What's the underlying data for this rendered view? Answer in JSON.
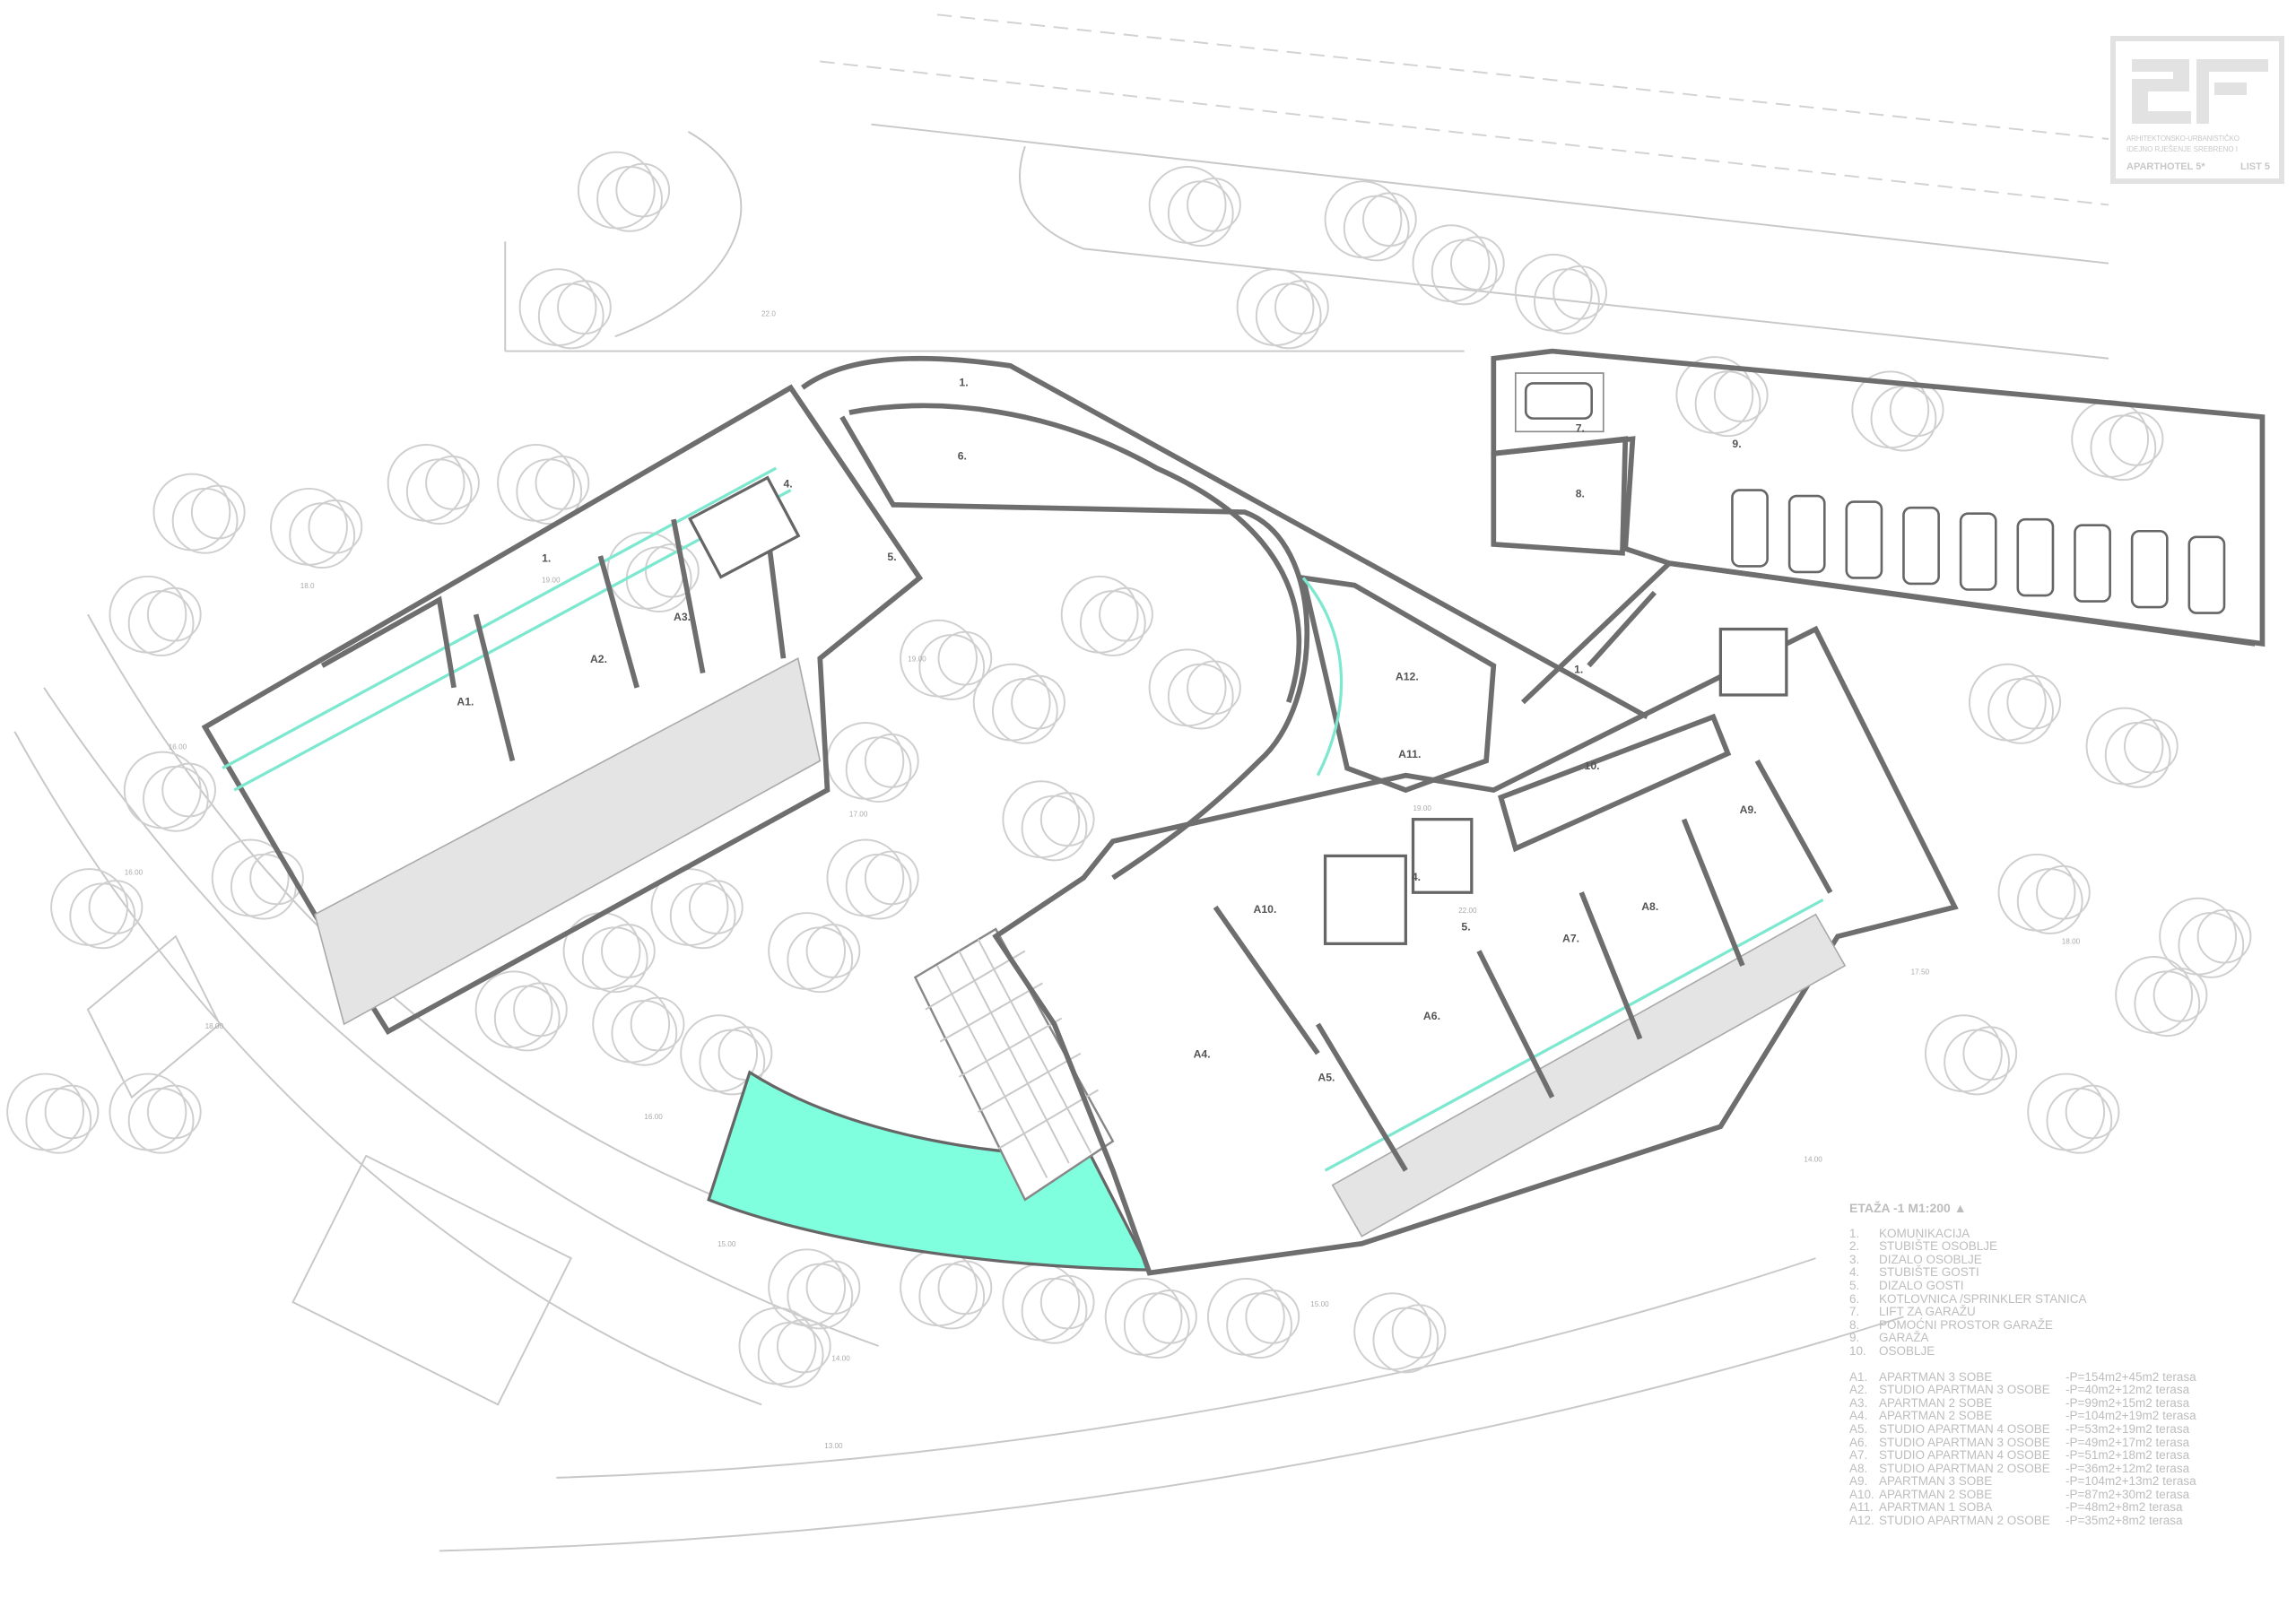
{
  "title_block": {
    "logo_text": "2F",
    "line1": "ARHITEKTONSKO-URBANISTIČKO",
    "line2": "IDEJNO RJEŠENJE  SREBRENO I",
    "project": "APARTHOTEL 5*",
    "sheet": "LIST 5"
  },
  "legend": {
    "title": "ETAŽA -1    M1:200  ▲",
    "rooms": [
      {
        "n": "1.",
        "label": "KOMUNIKACIJA"
      },
      {
        "n": "2.",
        "label": "STUBIŠTE OSOBLJE"
      },
      {
        "n": "3.",
        "label": "DIZALO OSOBLJE"
      },
      {
        "n": "4.",
        "label": "STUBIŠTE GOSTI"
      },
      {
        "n": "5.",
        "label": "DIZALO GOSTI"
      },
      {
        "n": "6.",
        "label": "KOTLOVNICA /SPRINKLER STANICA"
      },
      {
        "n": "7.",
        "label": "LIFT ZA GARAŽU"
      },
      {
        "n": "8.",
        "label": "POMOĆNI PROSTOR GARAŽE"
      },
      {
        "n": "9.",
        "label": "GARAŽA"
      },
      {
        "n": "10.",
        "label": "OSOBLJE"
      }
    ],
    "apartments": [
      {
        "n": "A1.",
        "label": "APARTMAN 3 SOBE",
        "area": "-P=154m2+45m2 terasa"
      },
      {
        "n": "A2.",
        "label": "STUDIO APARTMAN 3 OSOBE",
        "area": "-P=40m2+12m2 terasa"
      },
      {
        "n": "A3.",
        "label": "APARTMAN 2 SOBE",
        "area": "-P=99m2+15m2 terasa"
      },
      {
        "n": "A4.",
        "label": "APARTMAN 2 SOBE",
        "area": "-P=104m2+19m2 terasa"
      },
      {
        "n": "A5.",
        "label": "STUDIO APARTMAN 4 OSOBE",
        "area": "-P=53m2+19m2 terasa"
      },
      {
        "n": "A6.",
        "label": "STUDIO APARTMAN 3 OSOBE",
        "area": "-P=49m2+17m2 terasa"
      },
      {
        "n": "A7.",
        "label": "STUDIO APARTMAN 4 OSOBE",
        "area": "-P=51m2+18m2 terasa"
      },
      {
        "n": "A8.",
        "label": "STUDIO APARTMAN 2 OSOBE",
        "area": "-P=36m2+12m2 terasa"
      },
      {
        "n": "A9.",
        "label": "APARTMAN 3 SOBE",
        "area": "-P=104m2+13m2 terasa"
      },
      {
        "n": "A10.",
        "label": "APARTMAN 2 SOBE",
        "area": "-P=87m2+30m2 terasa"
      },
      {
        "n": "A11.",
        "label": "APARTMAN 1 SOBA",
        "area": "-P=48m2+8m2 terasa"
      },
      {
        "n": "A12.",
        "label": "STUDIO APARTMAN 2 OSOBE",
        "area": "-P=35m2+8m2 terasa"
      }
    ]
  },
  "plan_labels": {
    "r1a": "1.",
    "r1b": "1.",
    "r1c": "1.",
    "r6": "6.",
    "r4a": "4.",
    "r5a": "5.",
    "r4b": "4.",
    "r5b": "5.",
    "r7": "7.",
    "r8": "8.",
    "r9": "9.",
    "r10": "10.",
    "a1": "A1.",
    "a2": "A2.",
    "a3": "A3.",
    "a4": "A4.",
    "a5": "A5.",
    "a6": "A6.",
    "a7": "A7.",
    "a8": "A8.",
    "a9": "A9.",
    "a10": "A10.",
    "a11": "A11.",
    "a12": "A12.",
    "lvl_a": "19.00",
    "lvl_b": "19.00",
    "lvl_c": "22.00"
  },
  "elevations": [
    "22.0",
    "18.0",
    "16.00",
    "19.00",
    "17.00",
    "16.00",
    "18.00",
    "15.00",
    "14.00",
    "13.00",
    "17.50",
    "14.00",
    "16.00",
    "18.00",
    "15.00"
  ],
  "colors": {
    "pool": "#80ffdf",
    "terrace_edge": "#7de8d0",
    "wall": "#6e6e6e",
    "landscape": "#cfcfcf"
  }
}
